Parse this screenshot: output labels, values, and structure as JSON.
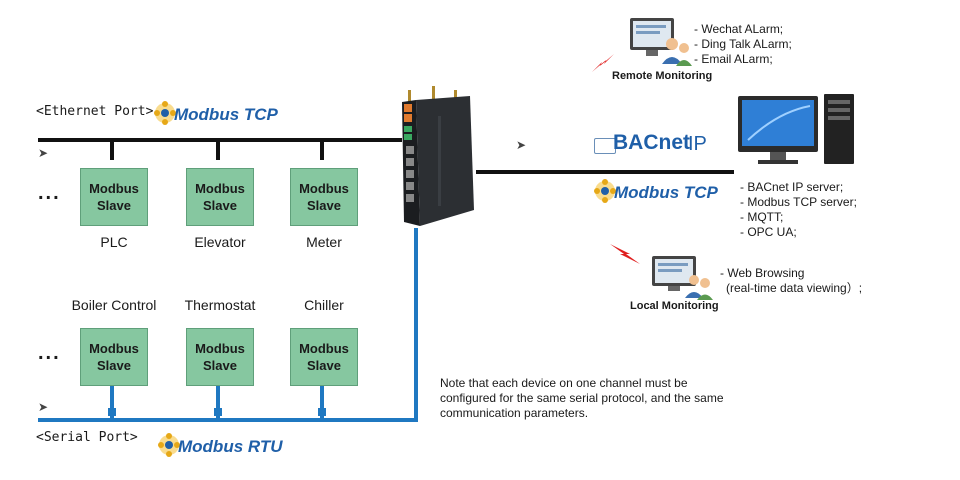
{
  "ethernet_port_label": "<Ethernet Port>",
  "serial_port_label": "<Serial Port>",
  "modbus_tcp_label": "Modbus TCP",
  "modbus_rtu_label": "Modbus RTU",
  "bacnet_label": "BACnet",
  "bacnet_ip_label": "IP",
  "ellipsis": "...",
  "slave_line1": "Modbus",
  "slave_line2": "Slave",
  "ethernet_devices": [
    {
      "label": "PLC"
    },
    {
      "label": "Elevator"
    },
    {
      "label": "Meter"
    }
  ],
  "serial_devices": [
    {
      "label": "Boiler Control"
    },
    {
      "label": "Thermostat"
    },
    {
      "label": "Chiller"
    }
  ],
  "remote": {
    "caption": "Remote Monitoring",
    "items": [
      "- Wechat ALarm;",
      "- Ding Talk ALarm;",
      "- Email ALarm;"
    ]
  },
  "server": {
    "items": [
      "- BACnet IP server;",
      "- Modbus TCP server;",
      "- MQTT;",
      "- OPC UA;"
    ]
  },
  "local": {
    "caption": "Local Monitoring",
    "items": [
      "- Web Browsing",
      "(real-time data viewing）;"
    ]
  },
  "note": "Note that each device on one channel must be configured for the same serial protocol, and the same communication parameters.",
  "colors": {
    "slave_fill": "#86c7a0",
    "serial_line": "#1f78c1",
    "modbus_text": "#1f5fa8"
  }
}
